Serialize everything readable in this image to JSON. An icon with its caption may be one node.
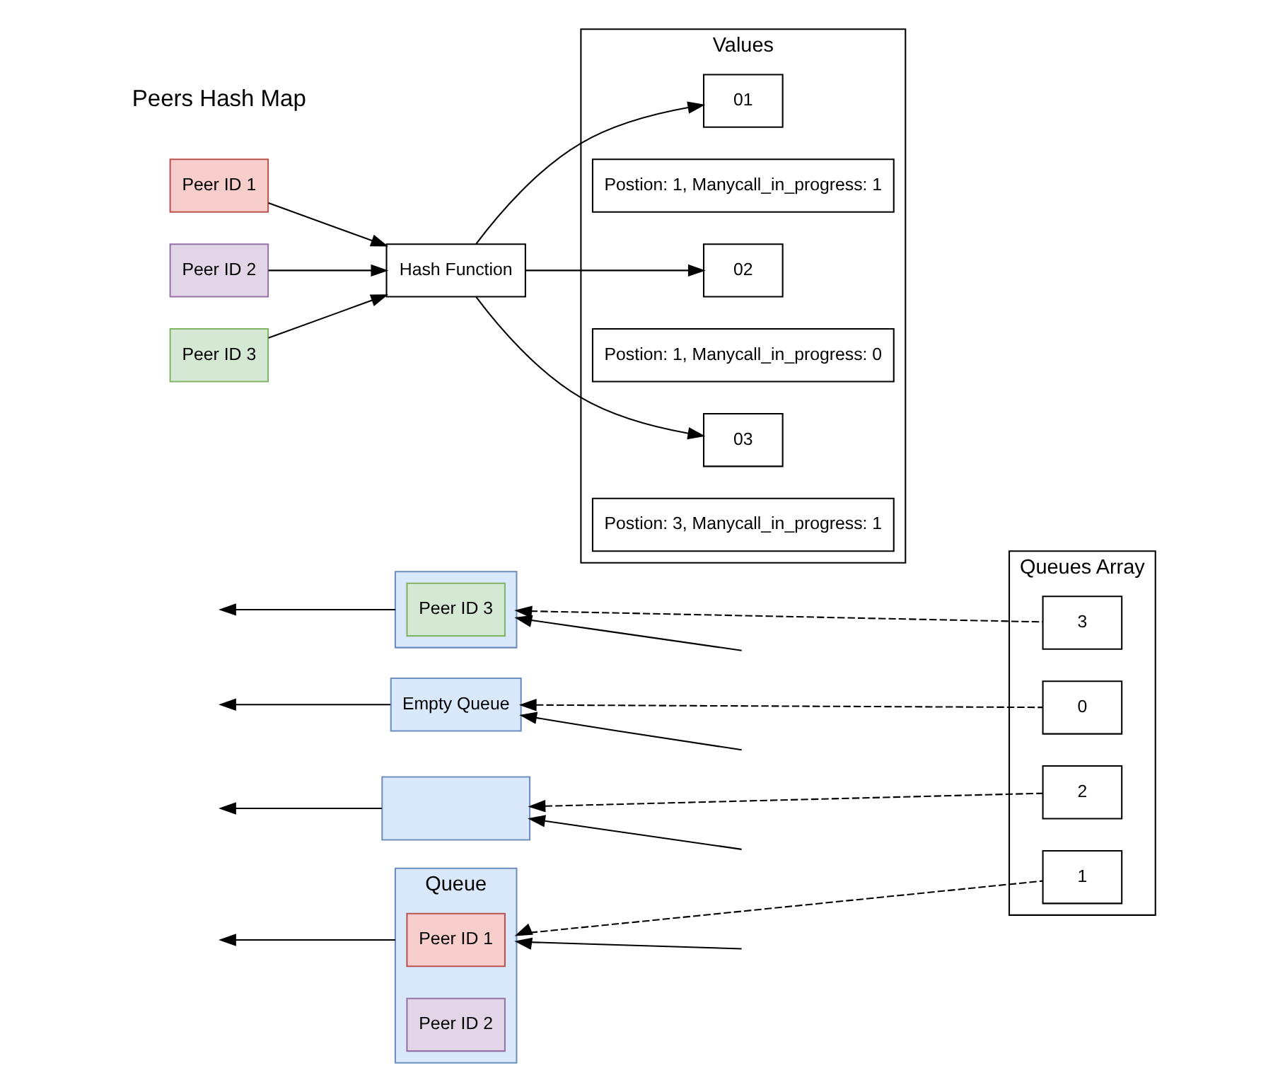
{
  "diagram": {
    "nodes": [
      {
        "text": [
          "Queue"
        ]
      },
      {
        "text": [
          "Peer ID 1"
        ],
        "in": 0
      },
      {
        "text": [
          "Peer ID 2"
        ],
        "in": 0
      },
      {
        "text": [],
        "shape": "box"
      },
      {
        "text": [
          "Peer ID 3"
        ],
        "in": 3
      },
      {
        "text": [
          "Empty Queue"
        ]
      },
      {
        "text": [],
        "shape": "box"
      },
      {
        "text": [
          "Queues Array"
        ]
      },
      {
        "text": [
          "0"
        ],
        "in": 7
      },
      {
        "text": [
          "1"
        ],
        "in": 7
      },
      {
        "text": [
          "2"
        ],
        "in": 7
      },
      {
        "text": [
          "3"
        ],
        "in": 7
      },
      {
        "text": [
          "Peer ID 1"
        ]
      },
      {
        "text": [
          "Peer ID 2"
        ]
      },
      {
        "text": [
          "Peer ID 3"
        ]
      },
      {
        "text": [
          "Hash Function"
        ]
      },
      {
        "text": [
          "Values"
        ]
      },
      {
        "text": [
          "01"
        ],
        "in": 16
      },
      {
        "text": [
          "Postion: 1, Manycall_in_progress: 1"
        ],
        "in": 16
      },
      {
        "text": [
          "02"
        ],
        "in": 16
      },
      {
        "text": [
          "Postion: 1, Manycall_in_progress: 0"
        ],
        "in": 16
      },
      {
        "text": [
          "03"
        ],
        "in": 16
      },
      {
        "text": [
          "Postion: 3, Manycall_in_progress: 1"
        ],
        "in": 16
      }
    ],
    "edges": [
      {
        "from": 8,
        "to": 5,
        "arrow": "to",
        "style": "dashed"
      },
      {
        "from": 9,
        "to": 0,
        "arrow": "to",
        "style": "dashed"
      },
      {
        "from": 10,
        "to": 6,
        "arrow": "to",
        "style": "dashed"
      },
      {
        "from": 11,
        "to": 3,
        "arrow": "to",
        "style": "dashed"
      },
      {
        "from": null,
        "to": 0,
        "arrow": "to"
      },
      {
        "from": 0,
        "to": null,
        "arrow": "to"
      },
      {
        "from": null,
        "to": 3,
        "arrow": "to"
      },
      {
        "from": 3,
        "to": null,
        "arrow": "to"
      },
      {
        "from": null,
        "to": 5,
        "arrow": "to"
      },
      {
        "from": 5,
        "to": null,
        "arrow": "to"
      },
      {
        "from": null,
        "to": 6,
        "arrow": "to"
      },
      {
        "from": 6,
        "to": null,
        "arrow": "to"
      },
      {
        "from": 12,
        "to": 15,
        "arrow": "to"
      },
      {
        "from": 13,
        "to": 15,
        "arrow": "to"
      },
      {
        "from": 14,
        "to": 15,
        "arrow": "to"
      },
      {
        "from": 15,
        "to": 19,
        "arrow": "to"
      },
      {
        "from": 15,
        "to": 17,
        "arrow": "to"
      },
      {
        "from": 15,
        "to": 21,
        "arrow": "to"
      }
    ],
    "labels": [
      "Peers Hash Map"
    ]
  }
}
